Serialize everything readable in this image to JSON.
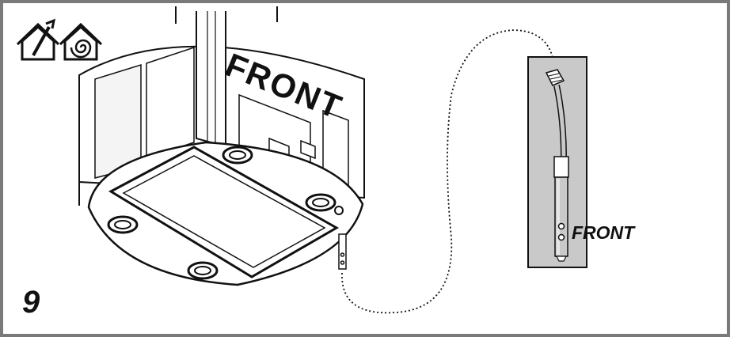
{
  "step": {
    "number": "9"
  },
  "labels": {
    "hood_front": "FRONT",
    "detail_front": "FRONT"
  },
  "icons": [
    "house-with-wrench-icon",
    "house-with-spiral-icon"
  ],
  "colors": {
    "frame": "#7a7a7a",
    "panel": "#c9c9c9",
    "line": "#111111"
  }
}
